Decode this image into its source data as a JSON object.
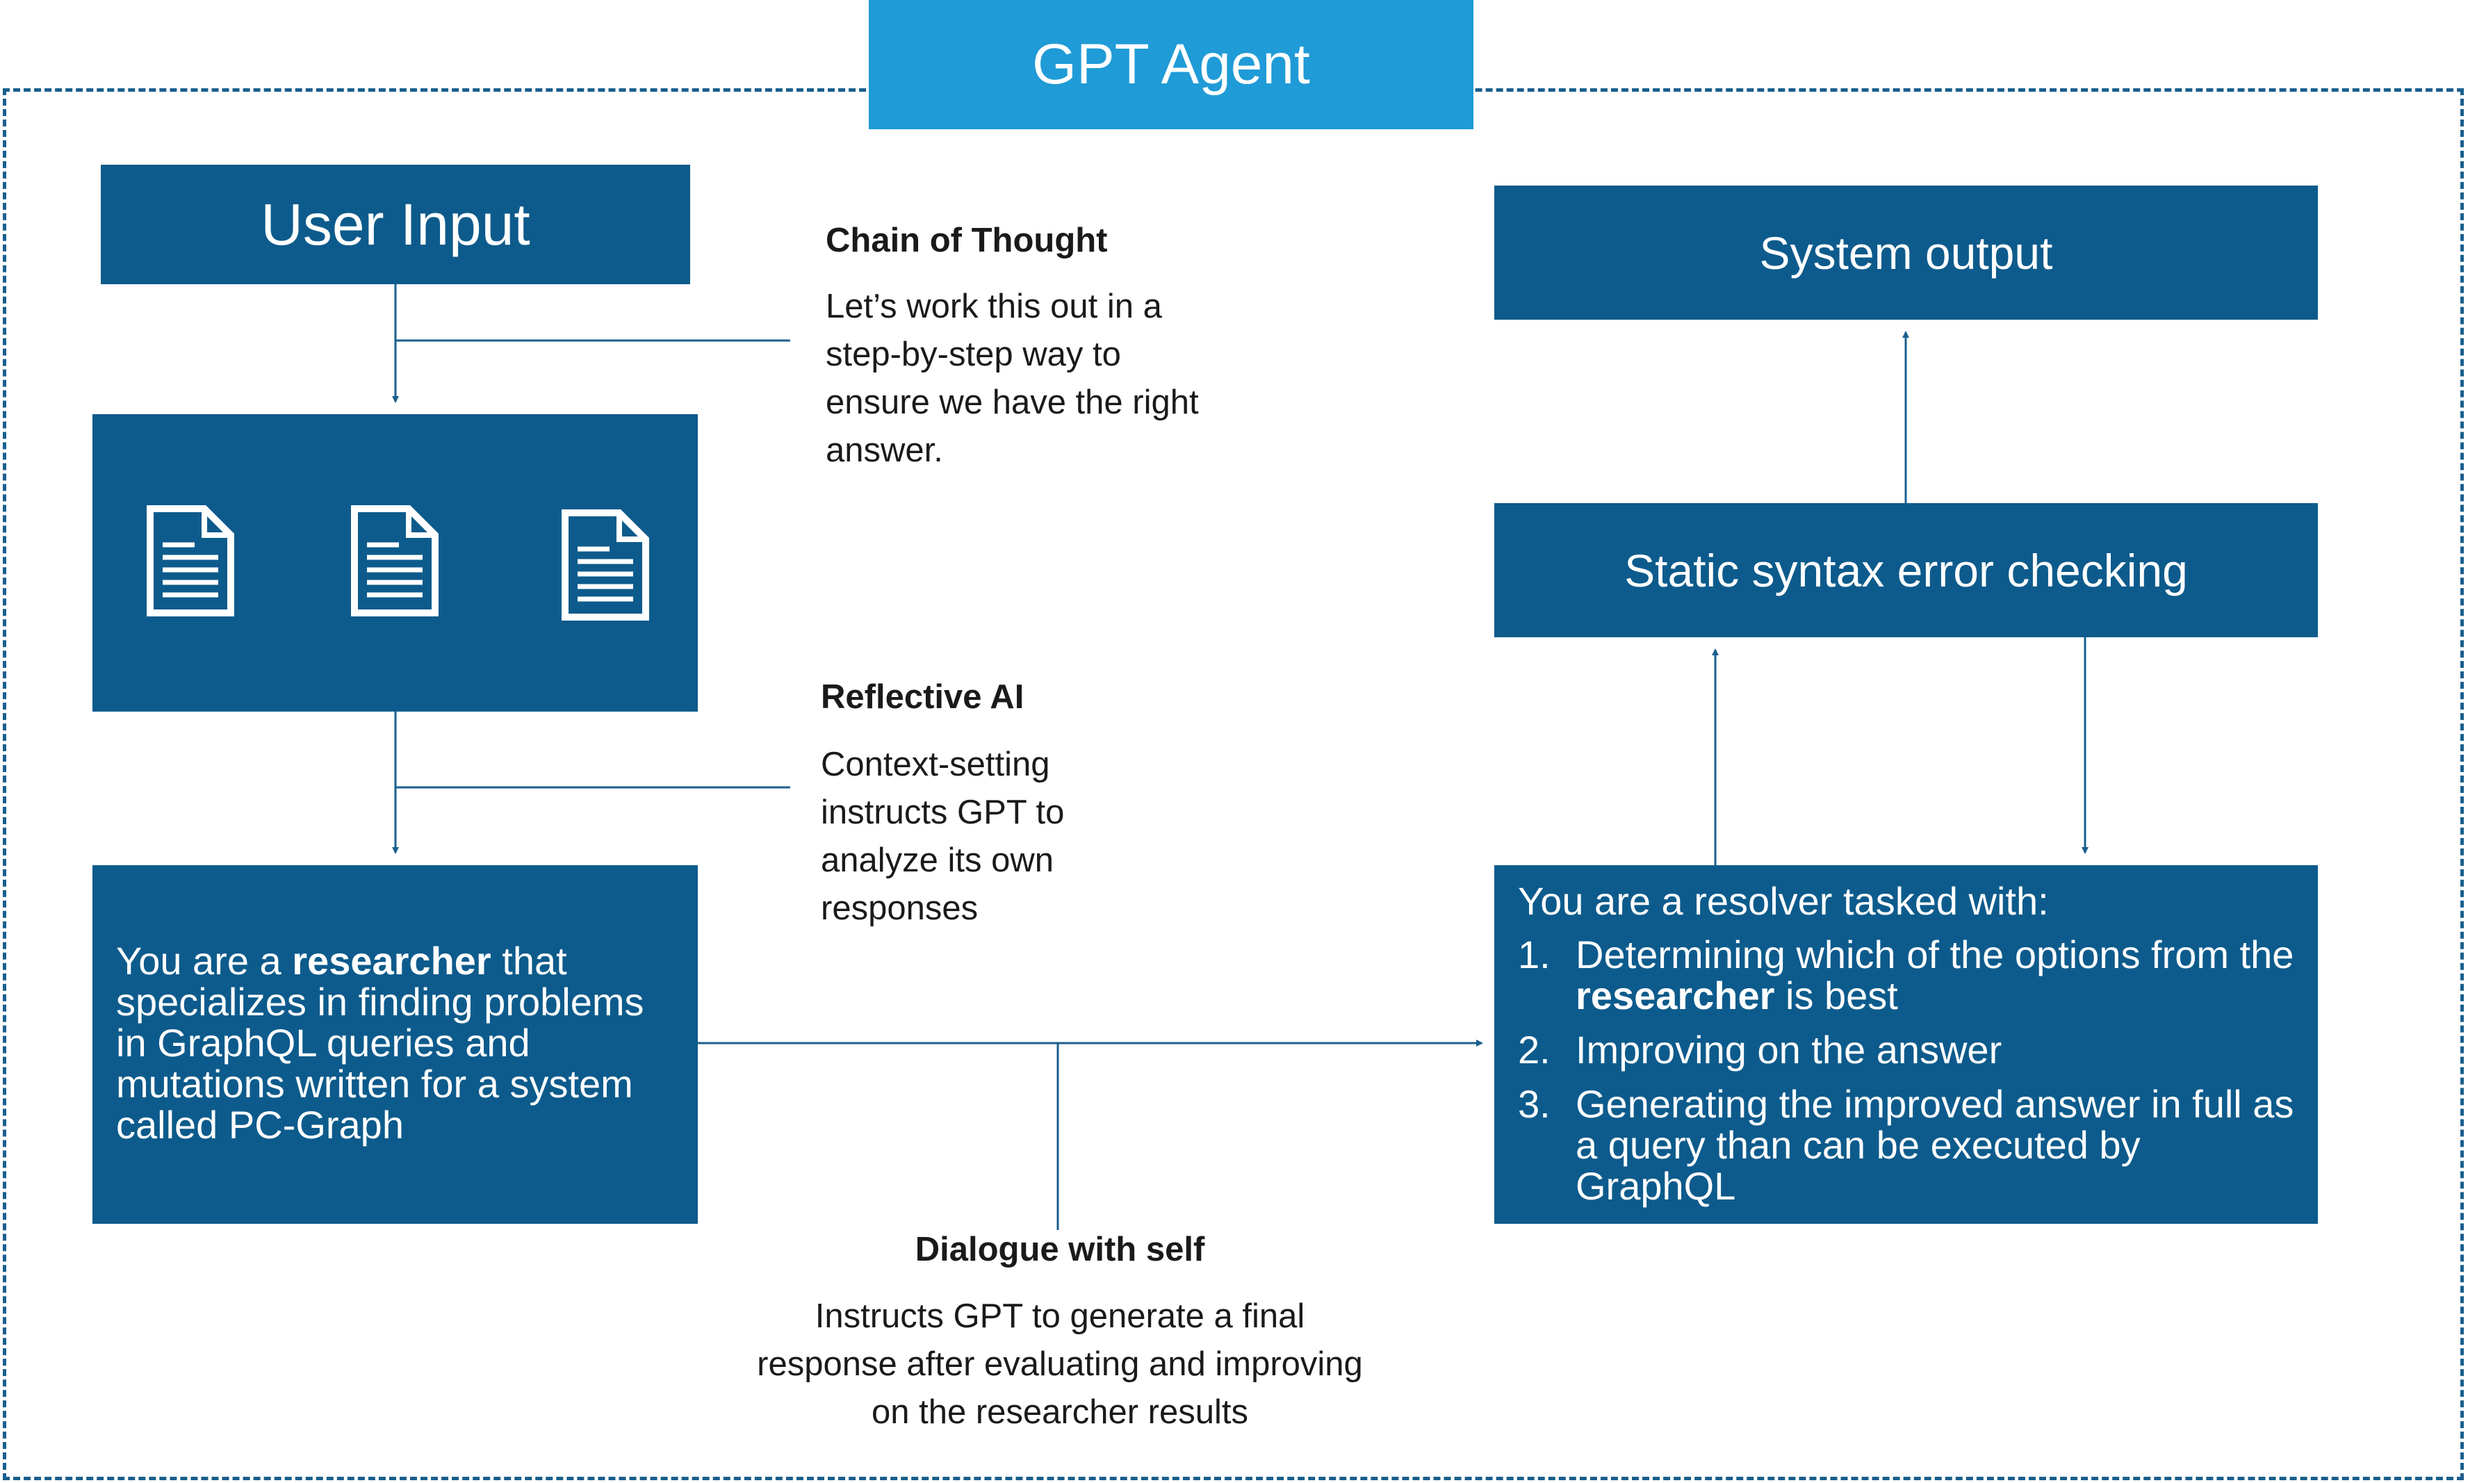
{
  "agent_title": "GPT Agent",
  "user_input": "User Input",
  "documents": {
    "icons": [
      "document-icon",
      "document-icon",
      "document-icon"
    ]
  },
  "researcher_prompt": {
    "prefix": "You are a ",
    "role": "researcher",
    "rest": " that specializes in finding problems in GraphQL queries and mutations written for a system called PC-Graph"
  },
  "annotations": {
    "chain_of_thought": {
      "title": "Chain of Thought",
      "body": "Let’s work this out in a step-by-step way to ensure we have the right answer."
    },
    "reflective_ai": {
      "title": "Reflective AI",
      "body": "Context-setting instructs GPT to analyze its own responses"
    },
    "dialogue_with_self": {
      "title": "Dialogue with self",
      "body": "Instructs GPT to generate a final response after evaluating and improving on the researcher results"
    }
  },
  "system_output": "System output",
  "static_check": "Static syntax error checking",
  "resolver": {
    "intro": "You are a resolver tasked with:",
    "items": [
      {
        "num": "1.",
        "before": "Determining which of the options from the ",
        "bold": "researcher",
        "after": " is best"
      },
      {
        "num": "2.",
        "before": "Improving on the answer",
        "bold": "",
        "after": ""
      },
      {
        "num": "3.",
        "before": "Generating the improved answer in full as a query than can be executed by GraphQL",
        "bold": "",
        "after": ""
      }
    ]
  },
  "colors": {
    "box": "#0d5b8c",
    "title_bar": "#1f9bd7",
    "frame": "#1a5f8e",
    "line": "#1a5f8e"
  }
}
